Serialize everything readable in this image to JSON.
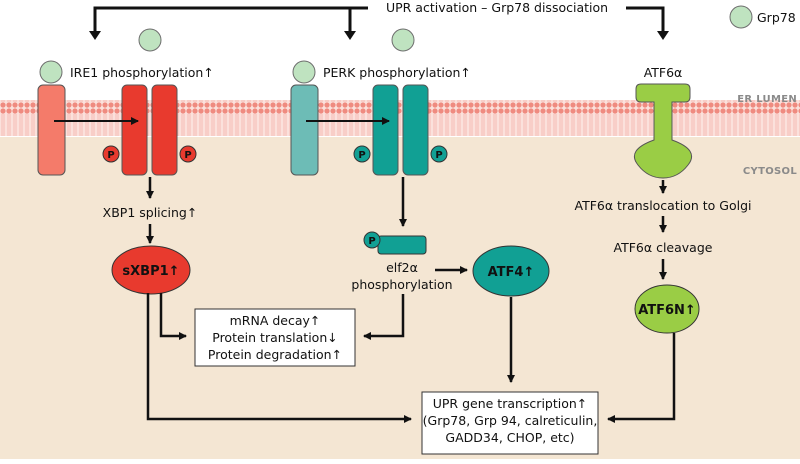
{
  "legend": {
    "grp78_label": "Grp78"
  },
  "header": {
    "title": "UPR activation – Grp78 dissociation"
  },
  "zones": {
    "er_lumen": "ER LUMEN",
    "cytosol": "CYTOSOL"
  },
  "ire1": {
    "label": "IRE1 phosphorylation↑",
    "p_label": "P",
    "step1": "XBP1 splicing↑",
    "product": "sXBP1↑"
  },
  "perk": {
    "label": "PERK phosphorylation↑",
    "p_label": "P",
    "eif_line1": "elf2α",
    "eif_line2": "phosphorylation",
    "product": "ATF4↑"
  },
  "atf6": {
    "label": "ATF6α",
    "step1": "ATF6α translocation to Golgi",
    "step2": "ATF6α cleavage",
    "product": "ATF6N↑"
  },
  "effects": {
    "lines": [
      "mRNA decay↑",
      "Protein translation↓",
      "Protein degradation↑"
    ]
  },
  "outcome": {
    "lines": [
      "UPR gene transcription↑",
      "(Grp78, Grp 94, calreticulin,",
      "GADD34, CHOP, etc)"
    ]
  },
  "colors": {
    "ire1_light": "#f47b6a",
    "ire1_dark": "#e83a2e",
    "perk_light": "#6dbcb6",
    "perk_dark": "#11a094",
    "atf6": "#9acd45",
    "grp78": "#bfe3c0",
    "cytosol": "#f4e6d3",
    "membrane": "#f2a49c"
  }
}
